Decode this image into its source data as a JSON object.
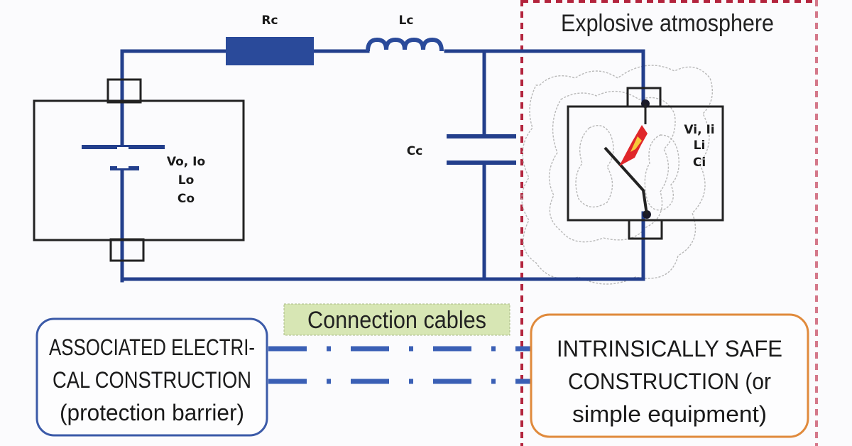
{
  "components": {
    "resistor_label": "Rc",
    "inductor_label": "Lc",
    "capacitor_label": "Cc",
    "source_params": [
      "Vo, Io",
      "Lo",
      "Co"
    ],
    "device_params": [
      "Vi, Ii",
      "Li",
      "Ci"
    ]
  },
  "zones": {
    "hazard_label": "Explosive atmosphere"
  },
  "cables": {
    "label": "Connection cables"
  },
  "boxes": {
    "associated": [
      "ASSOCIATED ELECTRI-",
      "CAL CONSTRUCTION",
      "(protection barrier)"
    ],
    "intrinsic": [
      "INTRINSICALLY SAFE",
      "CONSTRUCTION (or",
      "simple equipment)"
    ]
  },
  "colors": {
    "wire": "#233f8c",
    "hazard_boundary": "#b3243d",
    "cable_label_bg": "#d7e6b4",
    "associated_border": "#3b5aa8",
    "intrinsic_border": "#e08a3c",
    "spark": "#e0262a"
  }
}
